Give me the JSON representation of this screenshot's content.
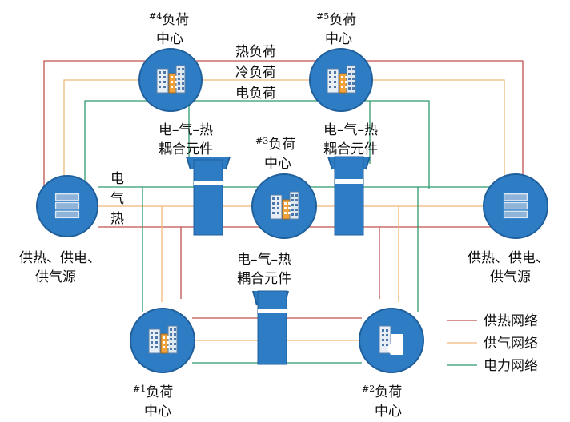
{
  "colors": {
    "heat": "#c0504d",
    "gas": "#f0b87a",
    "power": "#2e9a6c",
    "node": "#2e7dc4",
    "node_stroke": "#1f5f9c",
    "component": "#2e7dc4"
  },
  "nodes": {
    "load4": {
      "num": "#4",
      "title": "负荷",
      "sub": "中心",
      "icon": "building-icon"
    },
    "load5": {
      "num": "#5",
      "title": "负荷",
      "sub": "中心",
      "icon": "building-icon"
    },
    "load3": {
      "num": "#3",
      "title": "负荷",
      "sub": "中心",
      "icon": "building-icon"
    },
    "load1": {
      "num": "#1",
      "title": "负荷",
      "sub": "中心",
      "icon": "building-icon"
    },
    "load2": {
      "num": "#2",
      "title": "负荷",
      "sub": "中心",
      "icon": "building-icon"
    },
    "source_left": {
      "line1": "供热、供电、",
      "line2": "供气源",
      "icon": "server-stack-icon"
    },
    "source_right": {
      "line1": "供热、供电、",
      "line2": "供气源",
      "icon": "server-stack-icon"
    }
  },
  "components": {
    "left": {
      "line1": "电–气–热",
      "line2": "耦合元件"
    },
    "right": {
      "line1": "电–气–热",
      "line2": "耦合元件"
    },
    "bottom": {
      "line1": "电–气–热",
      "line2": "耦合元件"
    }
  },
  "line_labels": {
    "heat_load": "热负荷",
    "cold_load": "冷负荷",
    "power_load": "电负荷",
    "dian": "电",
    "qi": "气",
    "re": "热"
  },
  "legend": [
    {
      "label": "供热网络",
      "color": "#c0504d"
    },
    {
      "label": "供气网络",
      "color": "#f0b87a"
    },
    {
      "label": "电力网络",
      "color": "#2e9a6c"
    }
  ]
}
